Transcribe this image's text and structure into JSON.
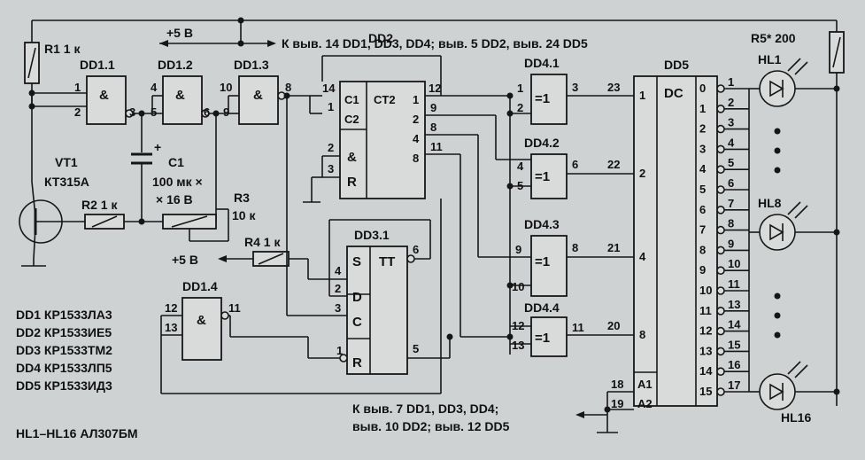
{
  "power": {
    "plus5_top": "+5 В",
    "to_pins_top": "К выв. 14 DD1, DD3, DD4; выв. 5 DD2, выв. 24 DD5",
    "plus5_mid": "+5 В",
    "gnd_note_1": "К выв. 7 DD1, DD3, DD4;",
    "gnd_note_2": "выв. 10 DD2; выв. 12 DD5"
  },
  "components": {
    "r1": "R1 1 к",
    "r2": "R2 1 к",
    "r3": "R3",
    "r3_value": "10 к",
    "r4": "R4 1 к",
    "r5": "R5* 200",
    "vt1": "VT1",
    "vt1_type": "КТ315А",
    "c1": "C1",
    "c1_value_1": "100 мк ×",
    "c1_value_2": "× 16 В",
    "c1_plus": "+",
    "hl1": "HL1",
    "hl8": "HL8",
    "hl16": "HL16"
  },
  "chips": {
    "dd1_1": {
      "name": "DD1.1",
      "sym": "&",
      "p1": "1",
      "p2": "2",
      "p3": "3"
    },
    "dd1_2": {
      "name": "DD1.2",
      "sym": "&",
      "p4": "4",
      "p5": "5",
      "p6": "6"
    },
    "dd1_3": {
      "name": "DD1.3",
      "sym": "&",
      "p10": "10",
      "p9": "9",
      "p8": "8"
    },
    "dd1_4": {
      "name": "DD1.4",
      "sym": "&",
      "p12": "12",
      "p13": "13",
      "p11": "11"
    },
    "dd2": {
      "name": "DD2",
      "c1": "C1",
      "c2": "C2",
      "ct2": "CT2",
      "amp": "&",
      "r": "R",
      "in14": "14",
      "in1": "1",
      "in2": "2",
      "in3": "3",
      "q_pins": [
        "12",
        "9",
        "8",
        "11"
      ],
      "q_weights": [
        "1",
        "2",
        "4",
        "8"
      ]
    },
    "dd3_1": {
      "name": "DD3.1",
      "s": "S",
      "tt": "TT",
      "d": "D",
      "c": "C",
      "r": "R",
      "p4": "4",
      "p2": "2",
      "p3": "3",
      "p1": "1",
      "p6": "6",
      "p5": "5"
    },
    "dd4_1": {
      "name": "DD4.1",
      "sym": "=1",
      "a": "1",
      "b": "2",
      "out": "3"
    },
    "dd4_2": {
      "name": "DD4.2",
      "sym": "=1",
      "a": "4",
      "b": "5",
      "out": "6"
    },
    "dd4_3": {
      "name": "DD4.3",
      "sym": "=1",
      "a": "9",
      "b": "10",
      "out": "8"
    },
    "dd4_4": {
      "name": "DD4.4",
      "sym": "=1",
      "a": "12",
      "b": "13",
      "out": "11"
    },
    "dd5": {
      "name": "DD5",
      "dc": "DC",
      "in_pins": [
        "23",
        "22",
        "21",
        "20"
      ],
      "in_weights": [
        "1",
        "2",
        "4",
        "8"
      ],
      "a1_pin": "18",
      "a2_pin": "19",
      "a1": "A1",
      "a2": "A2",
      "outputs": [
        "0",
        "1",
        "2",
        "3",
        "4",
        "5",
        "6",
        "7",
        "8",
        "9",
        "10",
        "11",
        "12",
        "13",
        "14",
        "15"
      ],
      "out_pins": [
        "1",
        "2",
        "3",
        "4",
        "5",
        "6",
        "7",
        "8",
        "9",
        "10",
        "11",
        "13",
        "14",
        "15",
        "16",
        "17"
      ]
    }
  },
  "legend": [
    "DD1 КР1533ЛА3",
    "DD2 КР1533ИЕ5",
    "DD3 КР1533ТМ2",
    "DD4 КР1533ЛП5",
    "DD5 КР1533ИД3"
  ],
  "legend_hl": "HL1–HL16 АЛ307БМ"
}
